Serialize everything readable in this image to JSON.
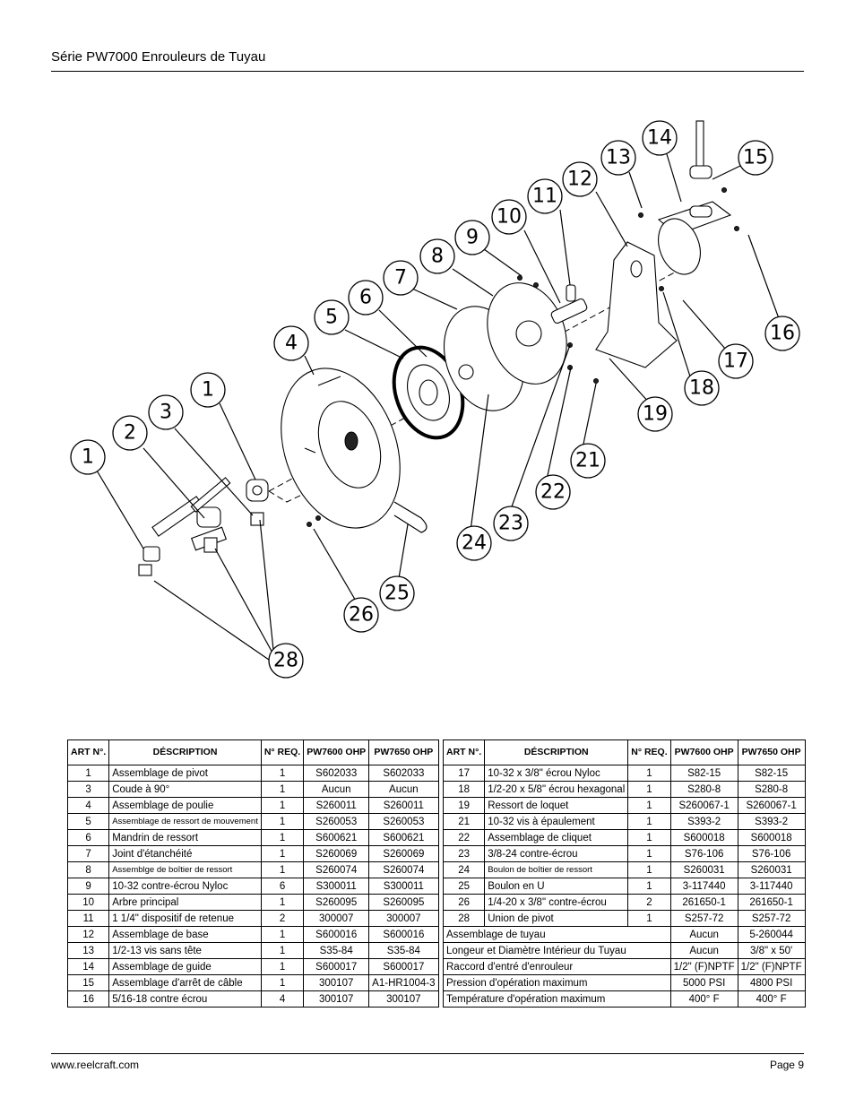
{
  "header": {
    "title": "Série PW7000 Enrouleurs de Tuyau"
  },
  "footer": {
    "website": "www.reelcraft.com",
    "page": "Page 9"
  },
  "diagram": {
    "callouts": [
      "1",
      "1",
      "2",
      "3",
      "4",
      "5",
      "6",
      "7",
      "8",
      "9",
      "10",
      "11",
      "12",
      "13",
      "14",
      "15",
      "16",
      "17",
      "18",
      "19",
      "21",
      "22",
      "23",
      "24",
      "25",
      "26",
      "28"
    ]
  },
  "table_headers": {
    "art": "ART N°.",
    "description": "DÉSCRIPTION",
    "req": "N° REQ.",
    "pw7600": "PW7600 OHP",
    "pw7650": "PW7650 OHP"
  },
  "left_table": [
    [
      "1",
      "Assemblage de pivot",
      "1",
      "S602033",
      "S602033"
    ],
    [
      "3",
      "Coude à 90°",
      "1",
      "Aucun",
      "Aucun"
    ],
    [
      "4",
      "Assemblage de poulie",
      "1",
      "S260011",
      "S260011"
    ],
    [
      "5",
      "Assemblage de ressort de mouvement",
      "1",
      "S260053",
      "S260053"
    ],
    [
      "6",
      "Mandrin de ressort",
      "1",
      "S600621",
      "S600621"
    ],
    [
      "7",
      "Joint d'étanchéité",
      "1",
      "S260069",
      "S260069"
    ],
    [
      "8",
      "Assemblge de boîtier de ressort",
      "1",
      "S260074",
      "S260074"
    ],
    [
      "9",
      "10-32 contre-écrou Nyloc",
      "6",
      "S300011",
      "S300011"
    ],
    [
      "10",
      "Arbre principal",
      "1",
      "S260095",
      "S260095"
    ],
    [
      "11",
      "1 1/4\" dispositif de retenue",
      "2",
      "300007",
      "300007"
    ],
    [
      "12",
      "Assemblage de base",
      "1",
      "S600016",
      "S600016"
    ],
    [
      "13",
      "1/2-13 vis sans tête",
      "1",
      "S35-84",
      "S35-84"
    ],
    [
      "14",
      "Assemblage de guide",
      "1",
      "S600017",
      "S600017"
    ],
    [
      "15",
      "Assemblage d'arrêt de câble",
      "1",
      "300107",
      "A1-HR1004-3"
    ],
    [
      "16",
      "5/16-18 contre écrou",
      "4",
      "300107",
      "300107"
    ]
  ],
  "right_table": [
    [
      "17",
      "10-32 x 3/8\" écrou Nyloc",
      "1",
      "S82-15",
      "S82-15"
    ],
    [
      "18",
      "1/2-20 x 5/8\" écrou hexagonal",
      "1",
      "S280-8",
      "S280-8"
    ],
    [
      "19",
      "Ressort de loquet",
      "1",
      "S260067-1",
      "S260067-1"
    ],
    [
      "21",
      "10-32 vis à épaulement",
      "1",
      "S393-2",
      "S393-2"
    ],
    [
      "22",
      "Assemblage de cliquet",
      "1",
      "S600018",
      "S600018"
    ],
    [
      "23",
      "3/8-24 contre-écrou",
      "1",
      "S76-106",
      "S76-106"
    ],
    [
      "24",
      "Boulon de boîtier de ressort",
      "1",
      "S260031",
      "S260031"
    ],
    [
      "25",
      "Boulon en U",
      "1",
      "3-117440",
      "3-117440"
    ],
    [
      "26",
      "1/4-20 x 3/8\" contre-écrou",
      "2",
      "261650-1",
      "261650-1"
    ],
    [
      "28",
      "Union de pivot",
      "1",
      "S257-72",
      "S257-72"
    ]
  ],
  "specs": [
    [
      "Assemblage de tuyau",
      "Aucun",
      "5-260044"
    ],
    [
      "Longeur et Diamètre Intérieur du Tuyau",
      "Aucun",
      "3/8\" x 50'"
    ],
    [
      "Raccord d'entré d'enrouleur",
      "1/2\" (F)NPTF",
      "1/2\" (F)NPTF"
    ],
    [
      "Pression d'opération maximum",
      "5000 PSI",
      "4800 PSI"
    ],
    [
      "Température d'opération maximum",
      "400° F",
      "400° F"
    ]
  ]
}
